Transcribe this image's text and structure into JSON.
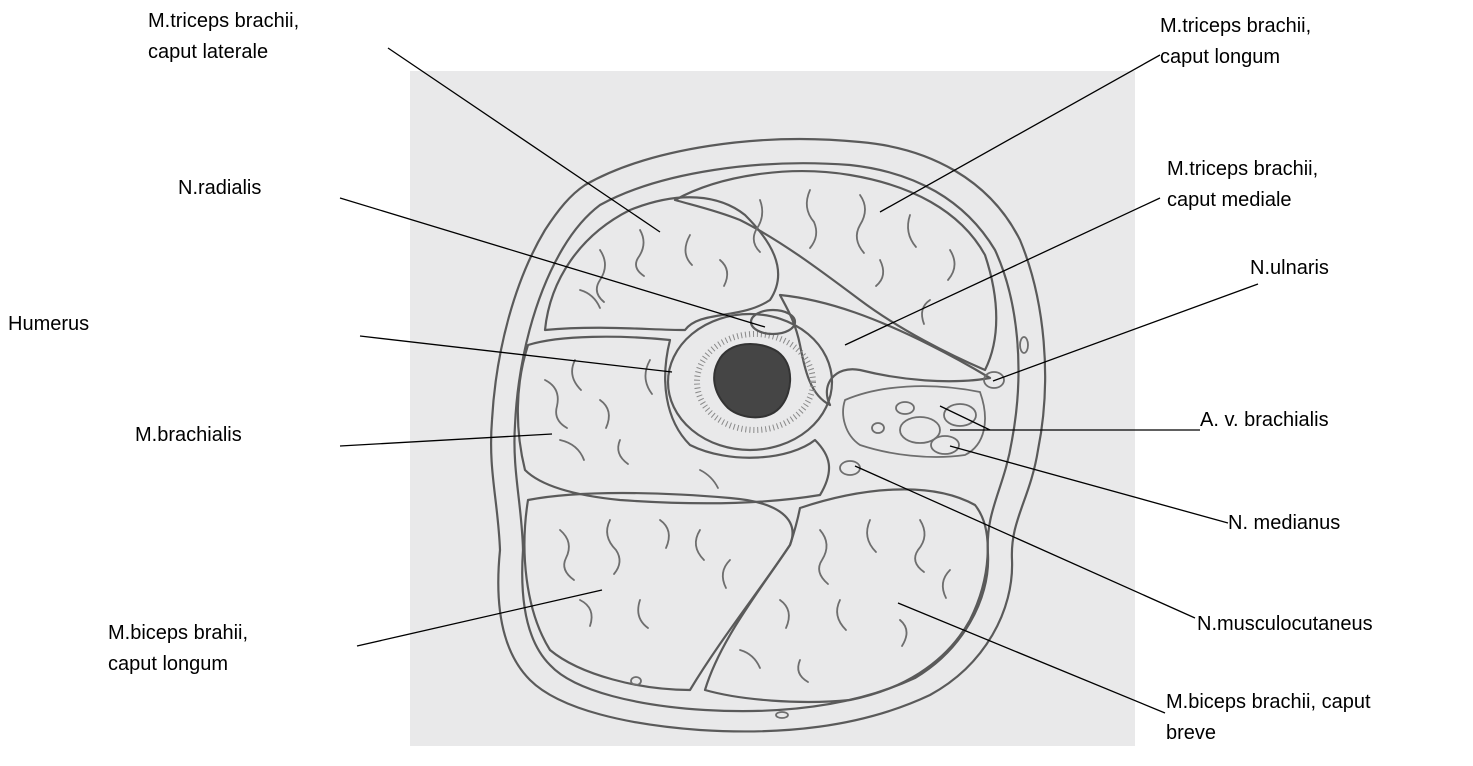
{
  "labels": {
    "triceps_lateral": [
      "M.triceps brachii,",
      "caput laterale"
    ],
    "triceps_longum": [
      "M.triceps brachii,",
      "caput longum"
    ],
    "radialis": [
      "N.radialis"
    ],
    "triceps_mediale": [
      "M.triceps brachii,",
      "caput mediale"
    ],
    "ulnaris": [
      "N.ulnaris"
    ],
    "humerus": [
      "Humerus"
    ],
    "brachialis": [
      "M.brachialis"
    ],
    "av_brachialis": [
      "A. v. brachialis"
    ],
    "medianus": [
      "N. medianus"
    ],
    "musculocutaneus": [
      "N.musculocutaneus"
    ],
    "biceps_longum": [
      "M.biceps brahii,",
      "caput longum"
    ],
    "biceps_breve": [
      "M.biceps brachii, caput",
      "breve"
    ]
  },
  "colors": {
    "paper": "#e9e9ea",
    "pencil": "#5a5a5a",
    "leader": "#000000"
  }
}
